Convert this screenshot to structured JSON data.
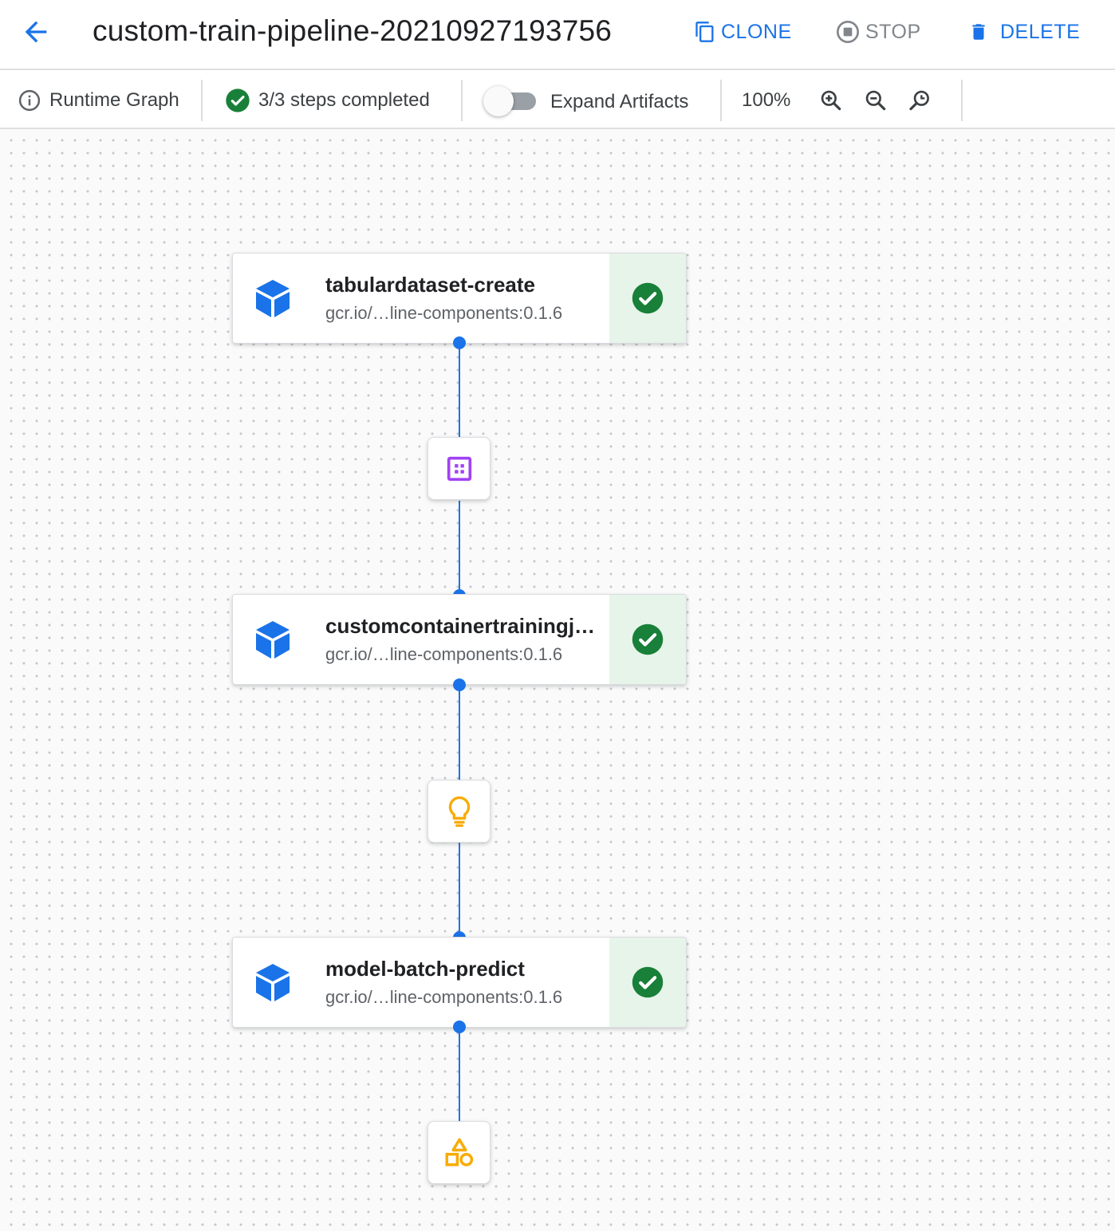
{
  "header": {
    "title": "custom-train-pipeline-20210927193756",
    "clone_label": "CLONE",
    "stop_label": "STOP",
    "delete_label": "DELETE",
    "back_icon": "arrow-back-icon"
  },
  "toolbar": {
    "runtime_graph_label": "Runtime Graph",
    "steps_status": "3/3 steps completed",
    "expand_artifacts_label": "Expand Artifacts",
    "expand_artifacts_on": false,
    "zoom_level": "100%"
  },
  "graph": {
    "nodes": [
      {
        "name": "tabulardataset-create",
        "image": "gcr.io/…line-components:0.1.6",
        "status": "succeeded"
      },
      {
        "name": "customcontainertrainingj…",
        "image": "gcr.io/…line-components:0.1.6",
        "status": "succeeded"
      },
      {
        "name": "model-batch-predict",
        "image": "gcr.io/…line-components:0.1.6",
        "status": "succeeded"
      }
    ],
    "artifacts": [
      {
        "icon": "dataset-icon",
        "color": "#a142f4"
      },
      {
        "icon": "lightbulb-icon",
        "color": "#f9ab00"
      },
      {
        "icon": "shapes-icon",
        "color": "#f9ab00"
      }
    ]
  },
  "colors": {
    "accent": "#1a73e8",
    "success": "#188038",
    "success_bg": "#e6f4ea",
    "disabled": "#80868b"
  }
}
